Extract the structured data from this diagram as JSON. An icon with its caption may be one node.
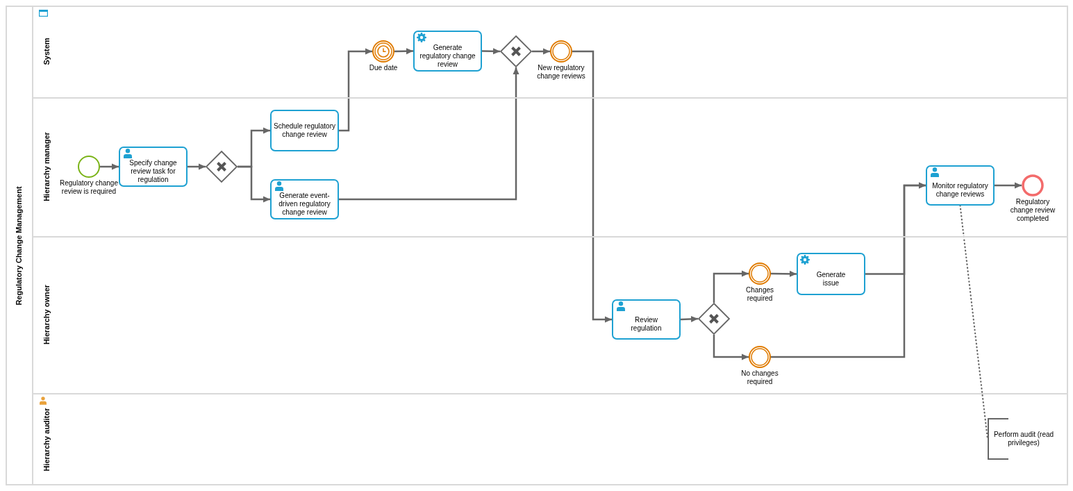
{
  "diagram": {
    "nodes": [
      {
        "text": [
          "Regulatory Change Management"
        ]
      },
      {
        "text": [
          "System"
        ],
        "in": 0
      },
      {
        "text": [
          "Hierarchy manager"
        ],
        "in": 0
      },
      {
        "text": [
          "Hierarchy owner"
        ],
        "in": 0
      },
      {
        "text": [
          "Hierarchy auditor"
        ],
        "in": 0
      },
      {
        "text": [
          "Regulatory change review is required"
        ],
        "in": 2
      },
      {
        "text": [
          "Specify change review task for regulation"
        ],
        "in": 2
      },
      {
        "text": [],
        "shape": "diamond",
        "in": 2
      },
      {
        "text": [
          "Schedule regulatory change review"
        ],
        "in": 2
      },
      {
        "text": [
          "Generate event-driven regulatory change review"
        ],
        "in": 2
      },
      {
        "text": [
          "Due date"
        ],
        "in": 1
      },
      {
        "text": [
          "Generate regulatory change review"
        ],
        "in": 1
      },
      {
        "text": [],
        "shape": "diamond",
        "in": 1
      },
      {
        "text": [
          "New regulatory change reviews"
        ],
        "in": 1
      },
      {
        "text": [
          "Review regulation"
        ],
        "in": 3
      },
      {
        "text": [],
        "shape": "diamond",
        "in": 3
      },
      {
        "text": [
          "Changes required"
        ],
        "in": 3
      },
      {
        "text": [
          "Generate issue"
        ],
        "in": 3
      },
      {
        "text": [
          "No changes required"
        ],
        "in": 3
      },
      {
        "text": [
          "Monitor regulatory change reviews"
        ],
        "in": 2
      },
      {
        "text": [
          "Regulatory change review completed"
        ],
        "in": 2
      },
      {
        "text": [
          "Perform audit (read privileges)"
        ],
        "in": 4
      }
    ],
    "edges": [
      {
        "from": 5,
        "to": 6,
        "arrow": "to"
      },
      {
        "from": 6,
        "to": 7,
        "arrow": "to"
      },
      {
        "from": 7,
        "to": 8,
        "arrow": "to"
      },
      {
        "from": 7,
        "to": 9,
        "arrow": "to"
      },
      {
        "from": 8,
        "to": 10,
        "arrow": "to"
      },
      {
        "from": 10,
        "to": 11,
        "arrow": "to"
      },
      {
        "from": 11,
        "to": 12,
        "arrow": "to"
      },
      {
        "from": 9,
        "to": 12,
        "arrow": "to"
      },
      {
        "from": 12,
        "to": 13,
        "arrow": "to"
      },
      {
        "from": 13,
        "to": 14,
        "arrow": "to"
      },
      {
        "from": 14,
        "to": 15,
        "arrow": "to"
      },
      {
        "from": 15,
        "to": 16,
        "arrow": "to"
      },
      {
        "from": 16,
        "to": 17,
        "arrow": "to"
      },
      {
        "from": 15,
        "to": 18,
        "arrow": "to"
      },
      {
        "from": 17,
        "to": 19,
        "arrow": "to"
      },
      {
        "from": 18,
        "to": 19,
        "arrow": "to"
      },
      {
        "from": 19,
        "to": 20,
        "arrow": "to"
      },
      {
        "from": 19,
        "to": 21,
        "arrow": "none",
        "style": "dashed"
      }
    ]
  }
}
